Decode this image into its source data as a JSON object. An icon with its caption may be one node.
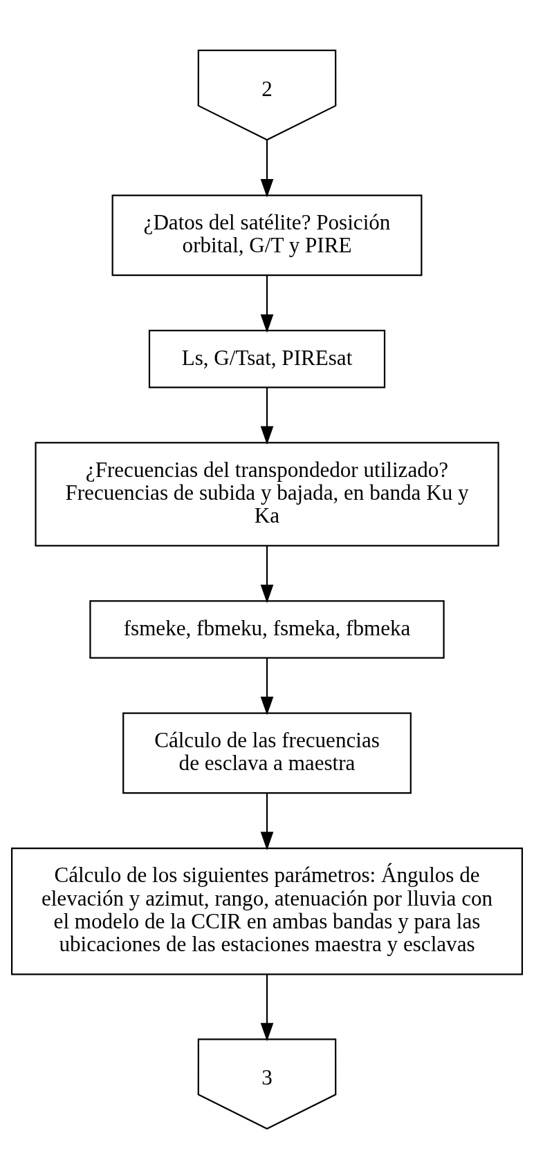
{
  "diagram": {
    "nodes": [
      {
        "text": [
          "2"
        ]
      },
      {
        "text": [
          "¿Datos del satélite? Posición orbital, G/T y PIRE"
        ]
      },
      {
        "text": [
          "Ls, G/Tsat, PIREsat"
        ]
      },
      {
        "text": [
          "¿Frecuencias del transpondedor utilizado? Frecuencias de subida y bajada, en banda Ku y Ka"
        ]
      },
      {
        "text": [
          "fsmeke, fbmeku, fsmeka, fbmeka"
        ]
      },
      {
        "text": [
          "Cálculo de las frecuencias de esclava a maestra"
        ]
      },
      {
        "text": [
          "Cálculo de los siguientes parámetros: Ángulos de elevación y azimut, rango, atenuación por lluvia con el modelo de la CCIR en ambas bandas y para las ubicaciones de las estaciones maestra y esclavas"
        ]
      },
      {
        "text": [
          "3"
        ]
      }
    ],
    "edges": [
      {
        "from": 0,
        "to": 1,
        "arrow": "to"
      },
      {
        "from": 1,
        "to": 2,
        "arrow": "to"
      },
      {
        "from": 2,
        "to": 3,
        "arrow": "to"
      },
      {
        "from": 3,
        "to": 4,
        "arrow": "to"
      },
      {
        "from": 4,
        "to": 5,
        "arrow": "to"
      },
      {
        "from": 5,
        "to": 6,
        "arrow": "to"
      },
      {
        "from": 6,
        "to": 7,
        "arrow": "to"
      }
    ]
  }
}
